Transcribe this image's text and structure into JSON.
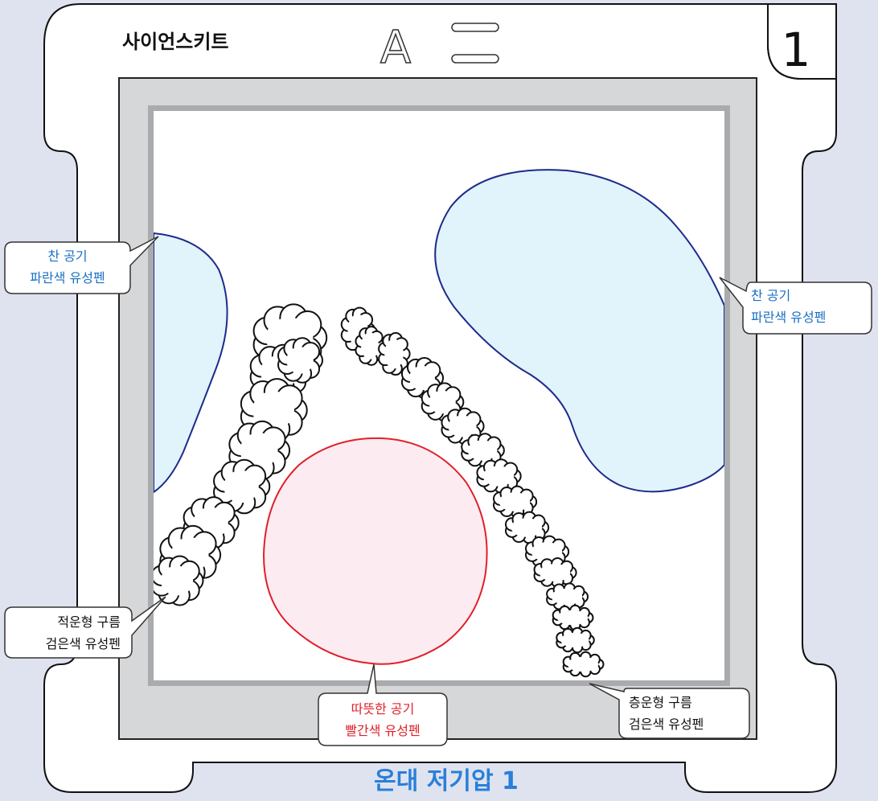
{
  "header": {
    "brand": "사이언스키트",
    "letter_mark": "A",
    "slide_number": "1"
  },
  "footer": {
    "title": "온대 저기압 1"
  },
  "colors": {
    "cold_air_stroke": "#1d2a8a",
    "cold_air_fill": "#e1f3fb",
    "warm_air_stroke": "#e0202a",
    "warm_air_fill": "#fdebf2",
    "blue_text": "#1a6fc0",
    "red_text": "#e0202a",
    "footer_title": "#2a7fd8"
  },
  "labels": {
    "cold_left": {
      "line1": "찬 공기",
      "line2": "파란색 유성펜"
    },
    "cold_right": {
      "line1": "찬 공기",
      "line2": "파란색 유성펜"
    },
    "cumulus": {
      "line1": "적운형 구름",
      "line2": "검은색 유성펜"
    },
    "warm": {
      "line1": "따뜻한 공기",
      "line2": "빨간색 유성펜"
    },
    "stratus": {
      "line1": "층운형 구름",
      "line2": "검은색 유성펜"
    }
  }
}
